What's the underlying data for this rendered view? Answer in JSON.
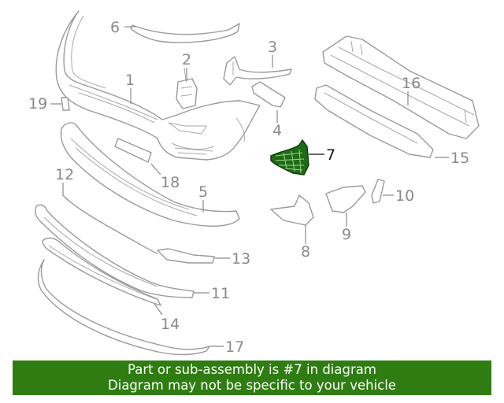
{
  "diagram": {
    "callouts": {
      "c1": "1",
      "c2": "2",
      "c3": "3",
      "c4": "4",
      "c5": "5",
      "c6": "6",
      "c7": "7",
      "c8": "8",
      "c9": "9",
      "c10": "10",
      "c11": "11",
      "c12": "12",
      "c13": "13",
      "c14": "14",
      "c15": "15",
      "c16": "16",
      "c17": "17",
      "c18": "18",
      "c19": "19"
    },
    "highlighted_part": "7",
    "highlight_color": "#2f7d12"
  },
  "banner": {
    "line1": "Part or sub-assembly is #7 in diagram",
    "line2": "Diagram may not be specific to your vehicle"
  }
}
